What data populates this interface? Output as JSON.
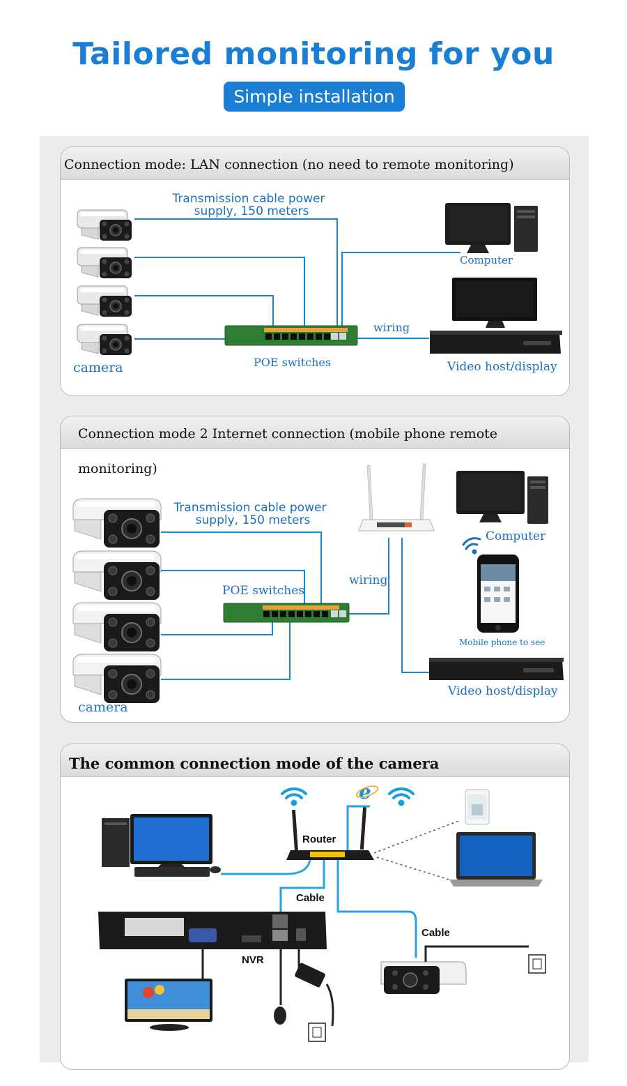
{
  "header": {
    "title": "Tailored monitoring for you",
    "subtitle": "Simple installation"
  },
  "panel1": {
    "title": "Connection mode: LAN connection (no need to remote monitoring)",
    "cable_label_line1": "Transmission cable power",
    "cable_label_line2": "supply, 150 meters",
    "camera_label": "camera",
    "switch_label": "POE switches",
    "wiring_label": "wiring",
    "computer_label": "Computer",
    "nvr_label": "Video host/display"
  },
  "panel2": {
    "title": "Connection mode 2 Internet connection (mobile phone remote monitoring)",
    "cable_label_line1": "Transmission cable power",
    "cable_label_line2": "supply, 150 meters",
    "camera_label": "camera",
    "switch_label": "POE switches",
    "wiring_label": "wiring",
    "computer_label": "Computer",
    "phone_label": "Mobile phone to see",
    "nvr_label": "Video host/display"
  },
  "panel3": {
    "title": "The common connection mode of the camera",
    "router_label": "Router",
    "cable_label_1": "Cable",
    "cable_label_2": "Cable",
    "nvr_label": "NVR"
  },
  "colors": {
    "accent": "#1a7fd4",
    "wire": "#1a87c8",
    "switch_green": "#2e7d32",
    "label_blue": "#1a6fc4"
  }
}
